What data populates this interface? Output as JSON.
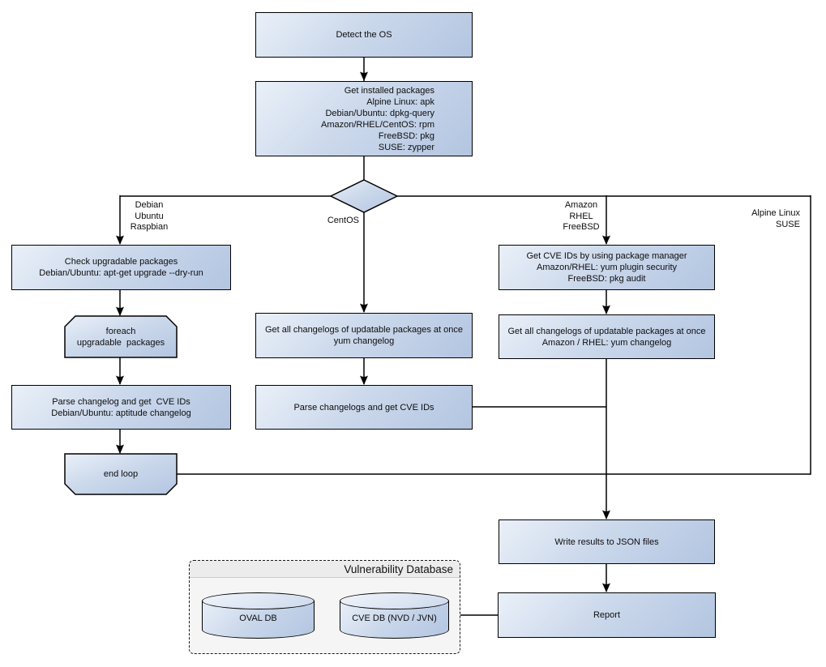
{
  "colors": {
    "node_fill_light": "#eaf0f8",
    "node_fill_dark": "#b3c5e1",
    "node_border": "#000000",
    "connector": "#000000",
    "group_fill": "#f5f5f5",
    "group_header_fill": "#ececec",
    "text": "#0d0d0d"
  },
  "nodes": {
    "detect_os": "Detect the OS",
    "get_installed_packages": "Get installed packages\nAlpine Linux: apk\nDebian/Ubuntu: dpkg-query\nAmazon/RHEL/CentOS: rpm\nFreeBSD: pkg\nSUSE: zypper",
    "check_upgradable": "Check upgradable packages\nDebian/Ubuntu: apt-get upgrade --dry-run",
    "foreach_loop": "foreach\nupgradable  packages",
    "parse_changelog_left": "Parse changelog and get  CVE IDs\nDebian/Ubuntu: aptitude changelog",
    "end_loop": "end loop",
    "get_changelogs_centos": "Get all changelogs of updatable packages at once\nyum changelog",
    "parse_changelogs_centos": "Parse changelogs and get CVE IDs",
    "get_cve_ids_pkg_mgr": "Get CVE IDs by using package manager\nAmazon/RHEL: yum plugin security\nFreeBSD: pkg audit",
    "get_changelogs_amazon": "Get all changelogs of updatable packages at once\nAmazon / RHEL: yum changelog",
    "write_results": "Write results to JSON files",
    "report": "Report"
  },
  "branch_labels": {
    "debian": "Debian\nUbuntu\nRaspbian",
    "centos": "CentOS",
    "amazon": "Amazon\nRHEL\nFreeBSD",
    "alpine": "Alpine Linux\nSUSE"
  },
  "group": {
    "title": "Vulnerability Database",
    "oval_db": "OVAL DB",
    "cve_db": "CVE DB (NVD / JVN)"
  }
}
